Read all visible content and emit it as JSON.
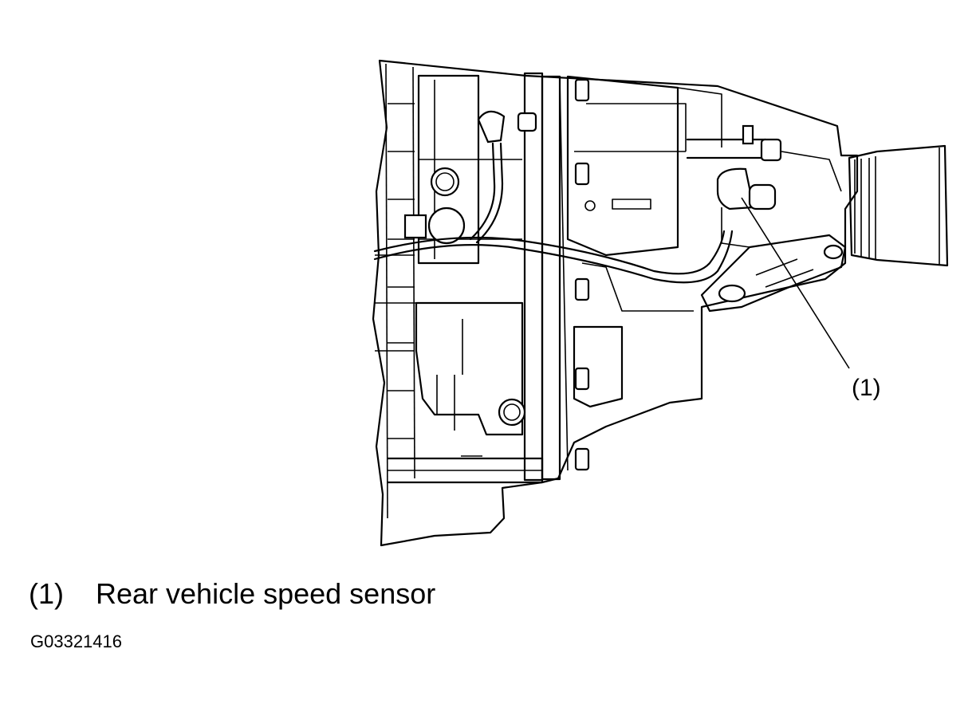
{
  "callout": {
    "label": "(1)"
  },
  "legend": {
    "number": "(1)",
    "text": "Rear vehicle speed sensor"
  },
  "figure_id": "G03321416",
  "colors": {
    "line": "#000000",
    "background": "#ffffff"
  }
}
